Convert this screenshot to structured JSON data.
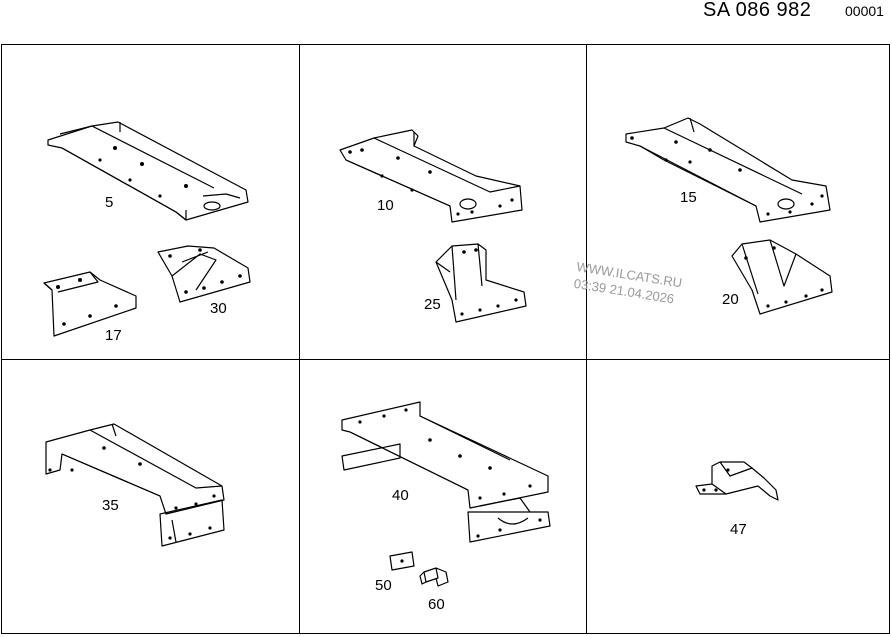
{
  "header": {
    "doc_code": "SA 086 982",
    "sheet_no": "00001"
  },
  "labels": {
    "p5": "5",
    "p10": "10",
    "p15": "15",
    "p17": "17",
    "p20": "20",
    "p25": "25",
    "p30": "30",
    "p35": "35",
    "p40": "40",
    "p47": "47",
    "p50": "50",
    "p60": "60"
  },
  "watermark": {
    "line1": "WWW.ILCATS.RU",
    "line2": "03:39 21.04.2026"
  }
}
